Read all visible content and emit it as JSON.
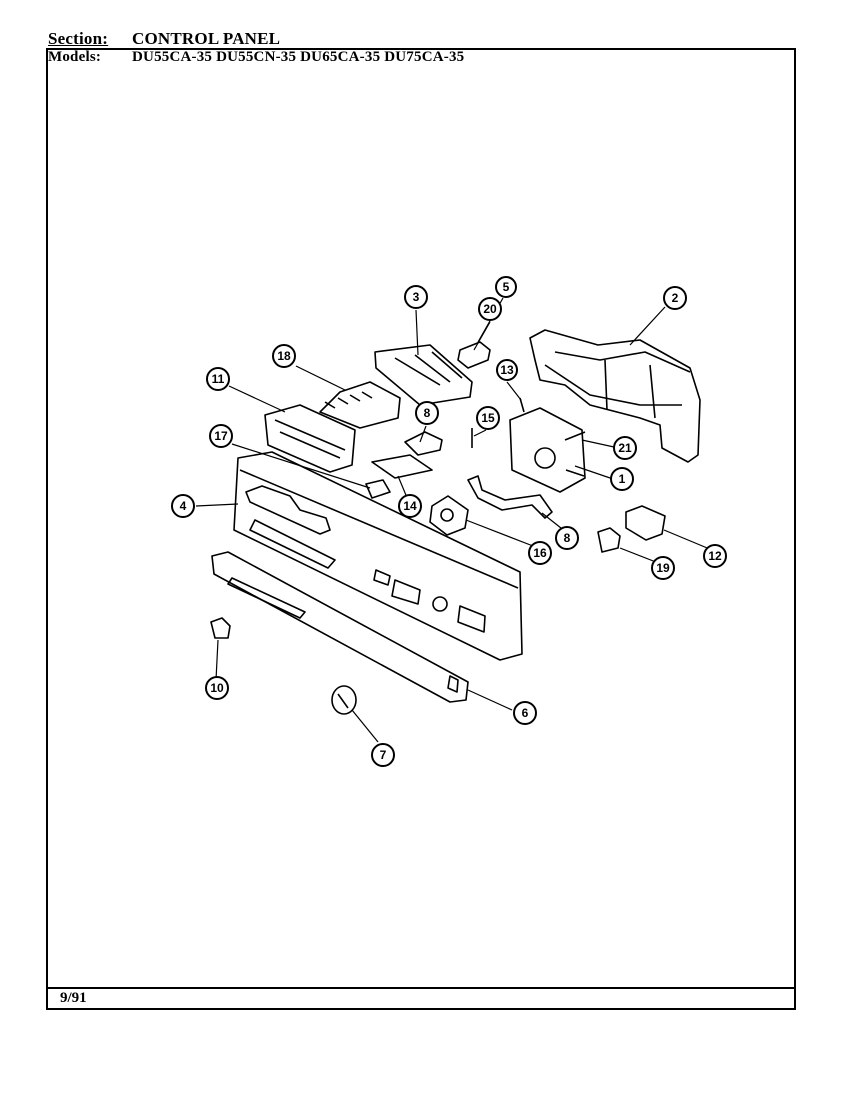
{
  "header": {
    "section_label": "Section:",
    "section_value": "CONTROL PANEL",
    "models_label": "Models:",
    "models_value": "DU55CA-35  DU55CN-35  DU65CA-35  DU75CA-35"
  },
  "footer": {
    "date": "9/91"
  },
  "callouts": [
    {
      "id": "c1",
      "num": "1"
    },
    {
      "id": "c2",
      "num": "2"
    },
    {
      "id": "c3",
      "num": "3"
    },
    {
      "id": "c4",
      "num": "4"
    },
    {
      "id": "c5",
      "num": "5"
    },
    {
      "id": "c6",
      "num": "6"
    },
    {
      "id": "c7",
      "num": "7"
    },
    {
      "id": "c8a",
      "num": "8"
    },
    {
      "id": "c8b",
      "num": "8"
    },
    {
      "id": "c10",
      "num": "10"
    },
    {
      "id": "c11",
      "num": "11"
    },
    {
      "id": "c12",
      "num": "12"
    },
    {
      "id": "c13",
      "num": "13"
    },
    {
      "id": "c14",
      "num": "14"
    },
    {
      "id": "c15",
      "num": "15"
    },
    {
      "id": "c16",
      "num": "16"
    },
    {
      "id": "c17",
      "num": "17"
    },
    {
      "id": "c18",
      "num": "18"
    },
    {
      "id": "c19",
      "num": "19"
    },
    {
      "id": "c20",
      "num": "20"
    },
    {
      "id": "c21",
      "num": "21"
    }
  ]
}
